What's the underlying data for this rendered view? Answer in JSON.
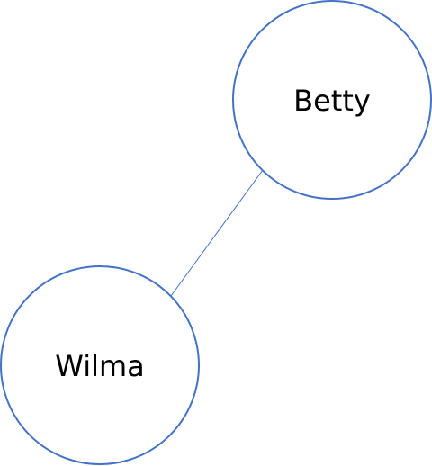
{
  "nodes": [
    {
      "id": "betty",
      "label": "Betty"
    },
    {
      "id": "wilma",
      "label": "Wilma"
    }
  ],
  "edges": [
    {
      "from": "wilma",
      "to": "betty"
    }
  ],
  "colors": {
    "node_stroke": "#4472C4",
    "edge_stroke": "#4472C4",
    "label_text": "#000000",
    "background": "#ffffff"
  }
}
